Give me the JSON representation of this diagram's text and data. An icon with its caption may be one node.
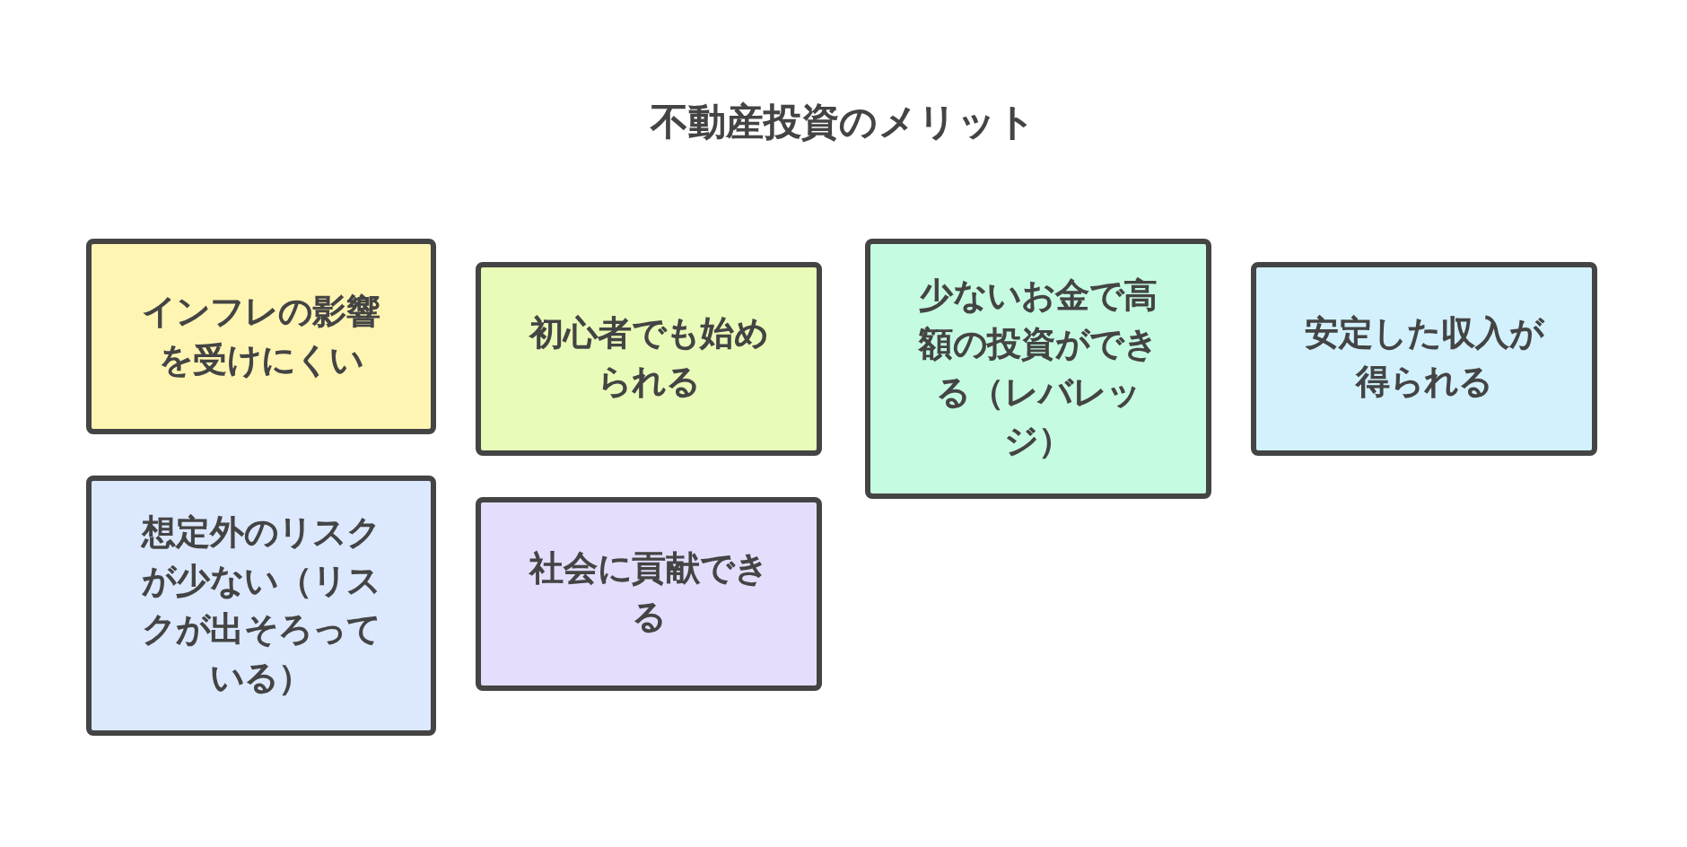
{
  "diagram": {
    "title": "不動産投資のメリット",
    "nodes": [
      {
        "text": [
          "インフレの影響を受けにくい"
        ]
      },
      {
        "text": [
          "初心者でも始められる"
        ]
      },
      {
        "text": [
          "少ないお金で高額の投資ができる（レバレッジ）"
        ]
      },
      {
        "text": [
          "安定した収入が得られる"
        ]
      },
      {
        "text": [
          "想定外のリスクが少ない（リスクが出そろっている）"
        ]
      },
      {
        "text": [
          "社会に貢献できる"
        ]
      }
    ]
  }
}
